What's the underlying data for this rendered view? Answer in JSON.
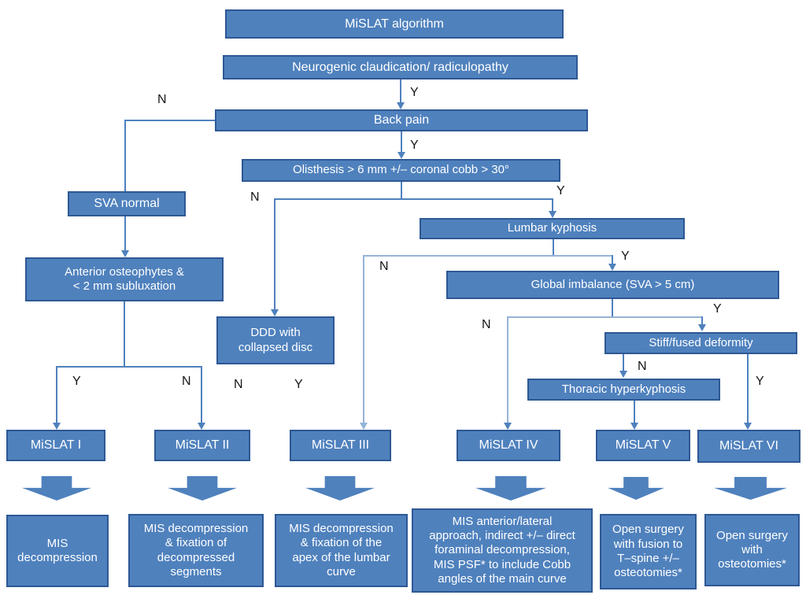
{
  "title": "MiSLAT algorithm",
  "boxes": {
    "algorithm": "MiSLAT algorithm",
    "neurogenic": "Neurogenic claudication/ radiculopathy",
    "back_pain": "Back pain",
    "olisthesis": "Olisthesis > 6 mm +/– coronal cobb > 30°",
    "sva_normal": "SVA normal",
    "anterior_osteophytes": "Anterior osteophytes &\n< 2 mm subluxation",
    "ddd_collapsed_disc": "DDD with\ncollapsed disc",
    "lumbar_kyphosis": "Lumbar kyphosis",
    "global_imbalance": "Global imbalance (SVA > 5 cm)",
    "stiff_fused_deformity": "Stiff/fused deformity",
    "thoracic_hyperkyphosis": "Thoracic hyperkyphosis",
    "mislat_1": "MiSLAT I",
    "mislat_2": "MiSLAT II",
    "mislat_3": "MiSLAT III",
    "mislat_4": "MiSLAT IV",
    "mislat_5": "MiSLAT V",
    "mislat_6": "MiSLAT VI",
    "outcome_1": "MIS\ndecompression",
    "outcome_2": "MIS decompression\n& fixation of\ndecompressed\nsegments",
    "outcome_3": "MIS decompression\n& fixation of the\napex of the lumbar\ncurve",
    "outcome_4": "MIS anterior/lateral\napproach, indirect +/– direct\nforaminal decompression,\nMIS PSF* to include Cobb\nangles of the main curve",
    "outcome_5": "Open surgery\nwith fusion to\nT–spine +/–\nosteotomies*",
    "outcome_6": "Open surgery\nwith\nosteotomies*"
  },
  "labels": {
    "yes": "Y",
    "no": "N"
  },
  "colors": {
    "node_fill": "#4f81bd",
    "node_border": "#2e5894",
    "connector": "#4f81bd",
    "connector_light": "#95b3d7",
    "node_text": "#ffffff",
    "branch_label_text": "#161616"
  }
}
